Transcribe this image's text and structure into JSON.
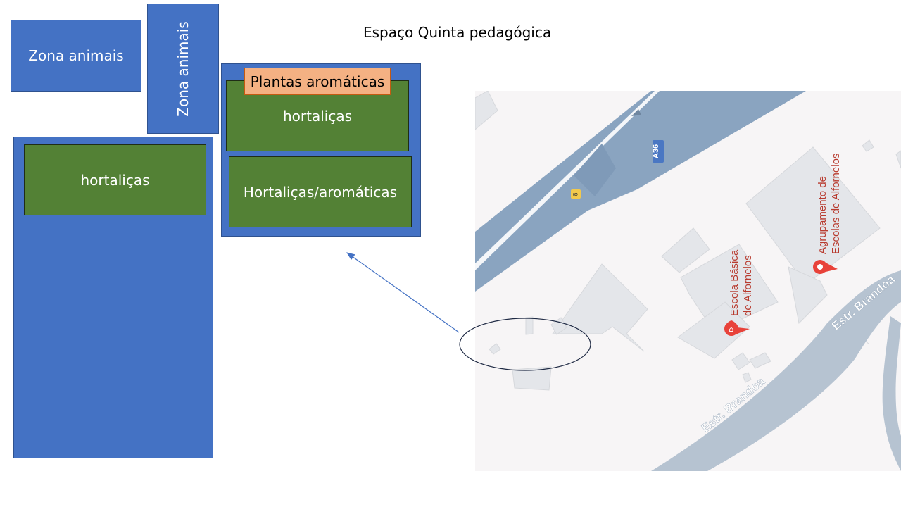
{
  "title": "Espaço Quinta pedagógica",
  "zones": {
    "animal_zone_1": "Zona animais",
    "animal_zone_2": "Zona animais",
    "vegetables_left": "hortaliças",
    "aromatic_plants": "Plantas aromáticas",
    "vegetables_right": "hortaliças",
    "vegetables_aromatics": "Hortaliças/aromáticas"
  },
  "map": {
    "road_label_a36": "A36",
    "road_label_8": "8",
    "street_1": "Estr. Brandoa",
    "street_2": "Estr. Brandoa",
    "poi_school": "Escola Básica de Alfornelos",
    "poi_school_line1": "Escola Básica",
    "poi_school_line2": "de Alfornelos",
    "poi_group": "Agrupamento de Escolas de Alfornelos",
    "poi_group_line1": "Agrupamento de",
    "poi_group_line2": "Escolas de Alfornelos"
  },
  "colors": {
    "zone_blue": "#4472c4",
    "zone_green": "#538135",
    "aromatic_orange": "#f4b183",
    "map_background": "#f7f5f6",
    "map_road": "#8aa4c0",
    "map_marker": "#e8423a"
  }
}
